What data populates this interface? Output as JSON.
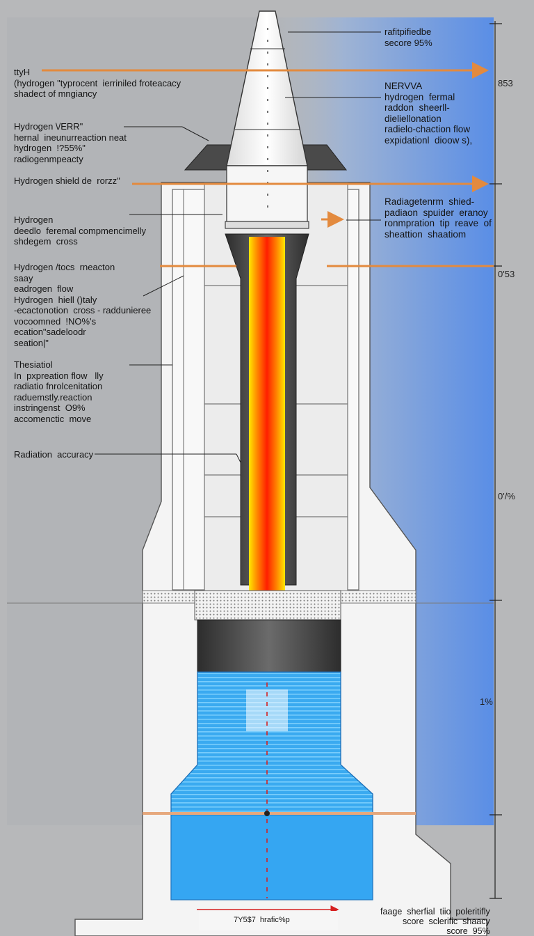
{
  "diagram": {
    "top_note": [
      "rafitpifiedbe",
      "secore 95%"
    ],
    "left_labels": [
      [
        "ttyH",
        "(hydrogen \"typrocent  ierriniled froteacacy",
        "shadect of mngiancy"
      ],
      [
        "Hydrogen \\/ERR\"",
        "hernal  ineunurreaction neat",
        "hydrogen  !?55%\"",
        "radiogenmpeacty"
      ],
      [
        "Hydrogen shield de  rorzz\""
      ],
      [
        "Hydrogen",
        "deedlo  feremal compmencimelly",
        "shdegem  cross"
      ],
      [
        "Hydrogen /tocs  rneacton",
        "saay",
        "eadrogen  flow",
        "Hydrogen  hiell ()taly",
        "-ecactonotion  cross - raddunieree",
        "vocoomned  !NO%'s",
        "ecation\"sadeloodr",
        "seation|\""
      ],
      [
        "Thesiatiol",
        "In  pxpreation flow   lly",
        "radiatio fnrolcenitation",
        "raduemstly.reaction",
        "instringenst  O9%",
        "accomenctic  move"
      ],
      [
        "Radiation  accuracy"
      ]
    ],
    "right_labels": [
      [
        "NERVVA",
        "hydrogen  fermal",
        "raddon  sheerll-",
        "dieliellonation",
        "radielo-chaction flow",
        "expidationl  dioow s),"
      ],
      [
        "Radiagetenrm  shied-",
        "padiaon  spuider  eranoy",
        "ronmpration  tip  reave  of",
        "sheattion  shaatiom"
      ]
    ],
    "scale_marks": [
      "853",
      "0'53",
      "0'/%",
      "1%"
    ],
    "bottom_note": [
      "faage  sherfial  tiio  poleritifly",
      "score  sclerific  shaacy",
      "score  95%"
    ],
    "bottom_center": "7Y5$7  hrafic%p",
    "colors": {
      "background": "#b7b8ba",
      "blue_panel": "#5c8fe0",
      "exhaust_core": "#ff2a00",
      "exhaust_edge": "#ffd400",
      "coolant": "#3ab2f5",
      "leader_orange": "#e38a3e"
    }
  }
}
